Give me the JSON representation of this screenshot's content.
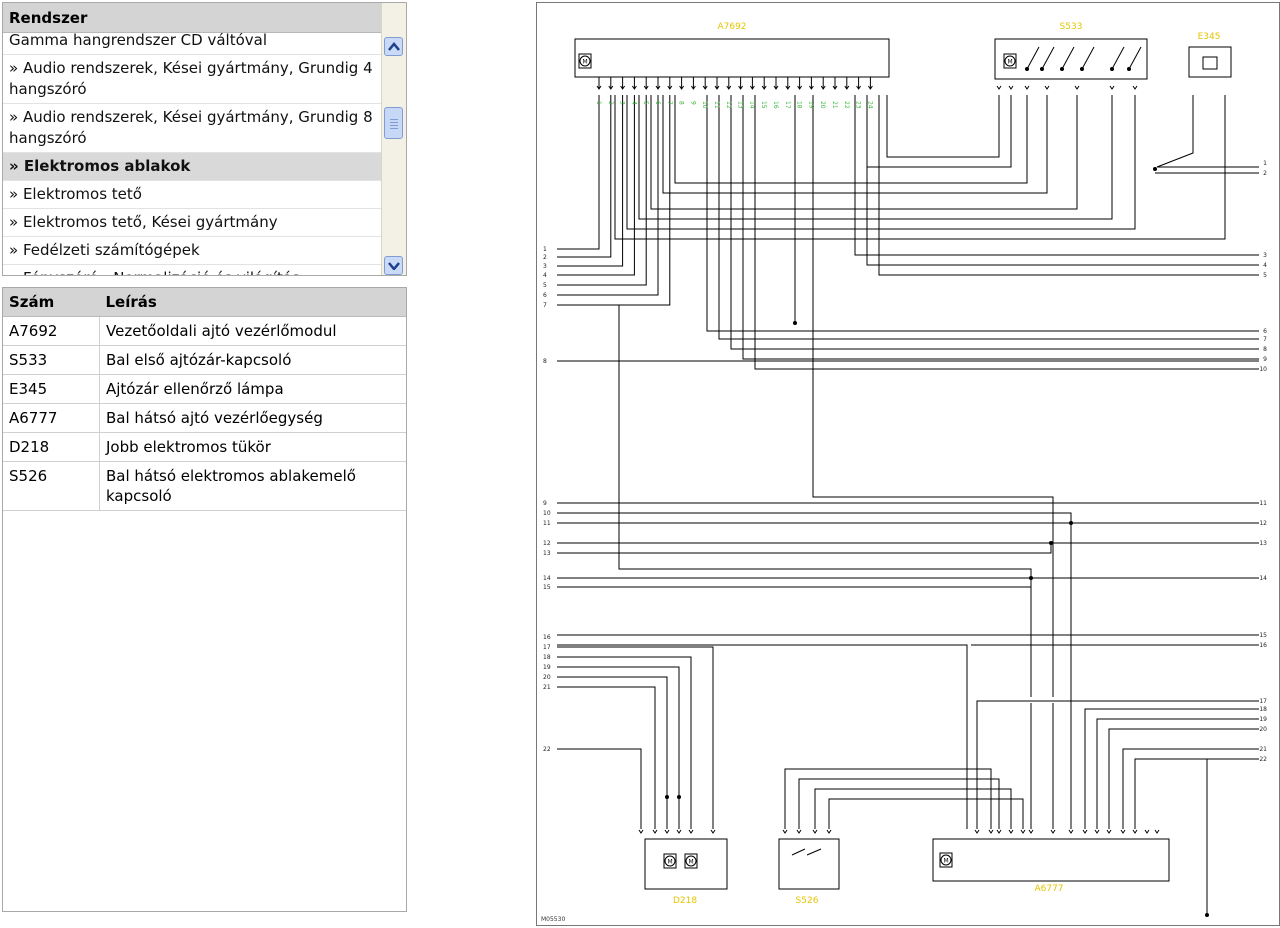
{
  "system_list": {
    "header": "Rendszer",
    "items": [
      {
        "label": "Gamma hangrendszer CD váltóval",
        "selected": false
      },
      {
        "label": "» Audio rendszerek, Kései gyártmány, Grundig 4 hangszóró",
        "selected": false
      },
      {
        "label": "» Audio rendszerek, Kései gyártmány, Grundig 8 hangszóró",
        "selected": false
      },
      {
        "label": "» Elektromos ablakok",
        "selected": true
      },
      {
        "label": "» Elektromos tető",
        "selected": false
      },
      {
        "label": "» Elektromos tető, Kései gyártmány",
        "selected": false
      },
      {
        "label": "» Fedélzeti számítógépek",
        "selected": false
      },
      {
        "label": "» Fényszóró - Normalizáció és világítás",
        "selected": false
      }
    ]
  },
  "component_table": {
    "headers": [
      "Szám",
      "Leírás"
    ],
    "rows": [
      [
        "A7692",
        "Vezetőoldali ajtó vezérlőmodul"
      ],
      [
        "S533",
        "Bal első ajtózár-kapcsoló"
      ],
      [
        "E345",
        "Ajtózár ellenőrző lámpa"
      ],
      [
        "A6777",
        "Bal hátsó ajtó vezérlőegység"
      ],
      [
        "D218",
        "Jobb elektromos tükör"
      ],
      [
        "S526",
        "Bal hátsó elektromos ablakemelő kapcsoló"
      ]
    ]
  },
  "diagram": {
    "components": [
      "A7692",
      "S533",
      "E345",
      "D218",
      "S526",
      "A6777"
    ],
    "left_connector_numbers": [
      "1",
      "2",
      "3",
      "4",
      "5",
      "6",
      "7",
      "8",
      "9",
      "10",
      "11",
      "12",
      "13",
      "14",
      "15",
      "16",
      "17",
      "18",
      "19",
      "20",
      "21",
      "22"
    ],
    "right_connector_numbers": [
      "1",
      "2",
      "3",
      "4",
      "5",
      "6",
      "7",
      "8",
      "9",
      "10",
      "11",
      "12",
      "13",
      "14",
      "15",
      "16",
      "17",
      "18",
      "19",
      "20",
      "21",
      "22"
    ],
    "drawing_number": "M05530",
    "colors": {
      "wire_label": "#17c0d6",
      "component_label": "#e5c400",
      "pin_label": "#36b536",
      "line": "#000000"
    }
  }
}
